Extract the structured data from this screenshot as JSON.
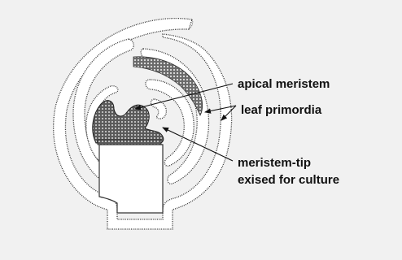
{
  "labels": {
    "apical_meristem": "apical meristem",
    "leaf_primordia": "leaf primordia",
    "meristem_tip_line1": "meristem-tip",
    "meristem_tip_line2": "exised for culture"
  },
  "colors": {
    "background": "#f1f1f1",
    "tissue_fill": "#ffffff",
    "outline": "#333333",
    "meristem_cells": "#555555",
    "label_text": "#111111"
  }
}
